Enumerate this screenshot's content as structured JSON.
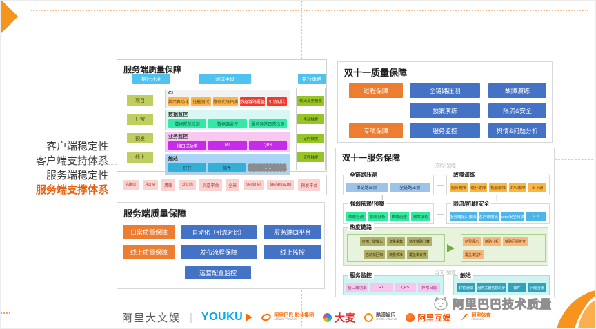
{
  "left_labels": {
    "l0": "客户端稳定性",
    "l1": "客户端支持体系",
    "l2": "服务端稳定性",
    "l3": "服务端支撑体系"
  },
  "top_panel": {
    "title": "服务端质量保障",
    "env": "执行环境",
    "means": "测试手段",
    "strategy": "执行策略",
    "stages": [
      "项目",
      "日常",
      "预发",
      "线上"
    ],
    "triggers": [
      "代码变更触发",
      "手动触发",
      "定时触发",
      "流程触发"
    ],
    "ci": {
      "label": "CI",
      "items": [
        "接口自动化",
        "性能测试",
        "静态代码扫描",
        "数据链路覆盖",
        "引流对比"
      ]
    },
    "data_mon": {
      "label": "数据监控",
      "items": [
        "数据规范检测",
        "数据源监控",
        "服务异常日志检测"
      ]
    },
    "biz_mon": {
      "label": "业务监控",
      "items": [
        "接口成功率",
        "RT",
        "QPS"
      ]
    },
    "reach": {
      "label": "触达",
      "items": [
        "钉钉",
        "邮件",
        "‥‥‥"
      ]
    },
    "platforms": [
      "Abird",
      "Aone",
      "鹰眼",
      "xflush",
      "凤凰平台",
      "全景",
      "sentinel",
      "jae/amazon",
      "预发平台"
    ]
  },
  "d11_quality": {
    "title": "双十一质量保障",
    "orange": [
      "过程保障",
      "专项保障"
    ],
    "blue": [
      "全链路压测",
      "故障演练",
      "预案演练",
      "限流&安全",
      "服务监控",
      "舆情&问题分析"
    ]
  },
  "d11_service": {
    "title": "双十一服务保障",
    "watermark_process": "过程保障",
    "watermark_day": "当天保障",
    "fulllink": {
      "title": "全链路压测",
      "items": [
        "单链路压测",
        "全链路压测"
      ]
    },
    "fault": {
      "title": "故障演练",
      "items": [
        "服务故障",
        "缓存故障",
        "机器故障",
        "JVM故障",
        "上下游"
      ]
    },
    "dep": {
      "title": "强弱依赖/预案",
      "items": [
        "依赖检测",
        "依赖分析",
        "依赖治理",
        "预案演练"
      ]
    },
    "limit": {
      "title": "限流/防刷/安全",
      "items": [
        "服务端接口限流",
        "客户端限流",
        "aone安全扫描",
        "SOC"
      ]
    },
    "hot": {
      "title": "热度链路",
      "left": [
        "应用一键接入",
        "流量采集",
        "热度链路计算",
        "自动化回归",
        "流量校准",
        "覆盖率计算"
      ],
      "right": [
        "结果展示",
        "链路分析",
        "链路问题排查",
        "覆盖率提升"
      ]
    },
    "svc_mon": {
      "title": "服务监控",
      "items": [
        "接口成功率",
        "RT",
        "QPS",
        "异常日志"
      ]
    },
    "reach": {
      "title": "触达",
      "items": [
        "钉钉通知",
        "服务关键信息同步",
        "邮件",
        "问题台账"
      ]
    }
  },
  "bottom_panel": {
    "title": "服务端质量保障",
    "orange": [
      "日常质量保障",
      "线上质量保障"
    ],
    "blue": [
      "自动化（引流对比）",
      "服务端CI平台",
      "发布流程保障",
      "线上监控",
      "运营配置监控"
    ]
  },
  "footer": {
    "brands": {
      "dawenyu": "阿里大文娱",
      "youku": "YOUKU",
      "pictures_zh": "阿里巴巴 影业集团",
      "pictures_en": "Alibaba Pictures",
      "damai": "大麦",
      "coolyoung_zh": "酷漾娱乐",
      "coolyoung_en": "COOL YOUNG",
      "huyu": "阿里互娱",
      "sports_zh": "阿里体育",
      "sports_en": "Alisports"
    },
    "watermark": "阿里巴巴技术质量"
  },
  "colors": {
    "accent_orange": "#ED7D31",
    "accent_blue": "#4472C4",
    "brand_orange": "#F7941E"
  }
}
